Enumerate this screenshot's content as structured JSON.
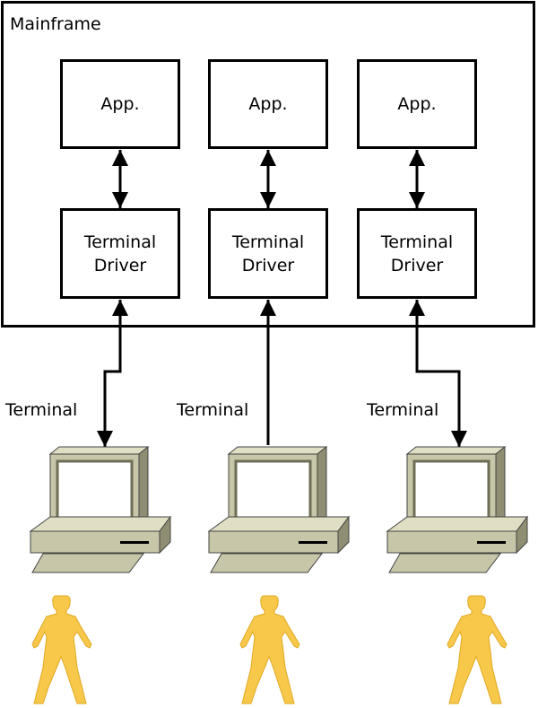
{
  "mainframe": {
    "title": "Mainframe"
  },
  "columns": [
    {
      "app_label": "App.",
      "driver_line1": "Terminal",
      "driver_line2": "Driver",
      "terminal_label": "Terminal"
    },
    {
      "app_label": "App.",
      "driver_line1": "Terminal",
      "driver_line2": "Driver",
      "terminal_label": "Terminal"
    },
    {
      "app_label": "App.",
      "driver_line1": "Terminal",
      "driver_line2": "Driver",
      "terminal_label": "Terminal"
    }
  ],
  "colors": {
    "line": "#000000",
    "computer_body": "#c7c6a8",
    "computer_side": "#8f8e72",
    "screen": "#ffffff",
    "person": "#f8c84a"
  },
  "icons": [
    "computer-icon",
    "person-icon"
  ]
}
